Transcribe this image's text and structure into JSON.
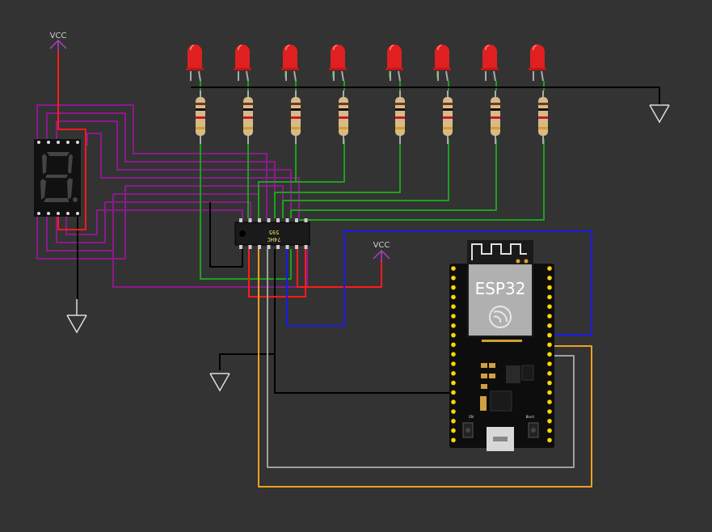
{
  "diagram": {
    "power_labels": {
      "vcc_left": "VCC",
      "vcc_right": "VCC"
    },
    "shift_register": {
      "label_top": "595",
      "label_bottom": "74HC"
    },
    "microcontroller": {
      "label": "ESP32",
      "button_en": "EN",
      "button_boot": "Boot"
    },
    "led_count": 8,
    "colors": {
      "background": "#333333",
      "wire_red": "#ff1a1a",
      "wire_purple": "#8b1a8b",
      "wire_green": "#1fa01f",
      "wire_blue": "#1a1ae6",
      "wire_orange": "#f0a020",
      "wire_gray": "#a0a0a0",
      "wire_black": "#000000",
      "power_symbol": "#b040c0",
      "led": "#e02020"
    }
  }
}
